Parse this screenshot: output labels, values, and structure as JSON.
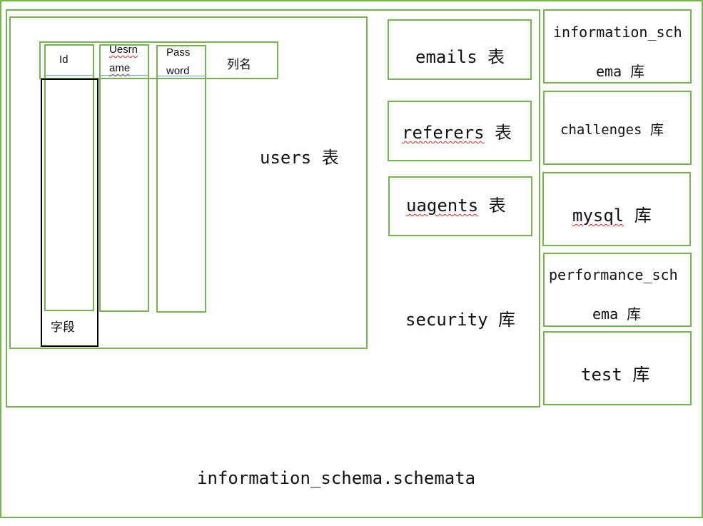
{
  "diagram": {
    "schemata_label": "information_schema.schemata",
    "security": {
      "label": "security 库",
      "users": {
        "label": "users 表",
        "column_header_label": "列名",
        "field_label": "字段",
        "columns": [
          {
            "line1": "Id",
            "line2": ""
          },
          {
            "line1": "Uesrn",
            "line2": "ame"
          },
          {
            "line1": "Pass",
            "line2": "word"
          }
        ]
      },
      "tables": [
        {
          "name": "emails",
          "suffix": "表"
        },
        {
          "name": "referers",
          "suffix": "表"
        },
        {
          "name": "uagents",
          "suffix": "表"
        }
      ]
    },
    "databases": [
      {
        "line1": "information_sch",
        "line2": "ema 库"
      },
      {
        "line1": "challenges 库",
        "line2": ""
      },
      {
        "line1": "mysql",
        "line2": "库"
      },
      {
        "line1": "performance_sch",
        "line2": "ema 库"
      },
      {
        "line1": "test 库",
        "line2": ""
      }
    ],
    "colors": {
      "border_green": "#77b44f",
      "field_border": "#000000",
      "underline_red": "#d62728"
    }
  }
}
